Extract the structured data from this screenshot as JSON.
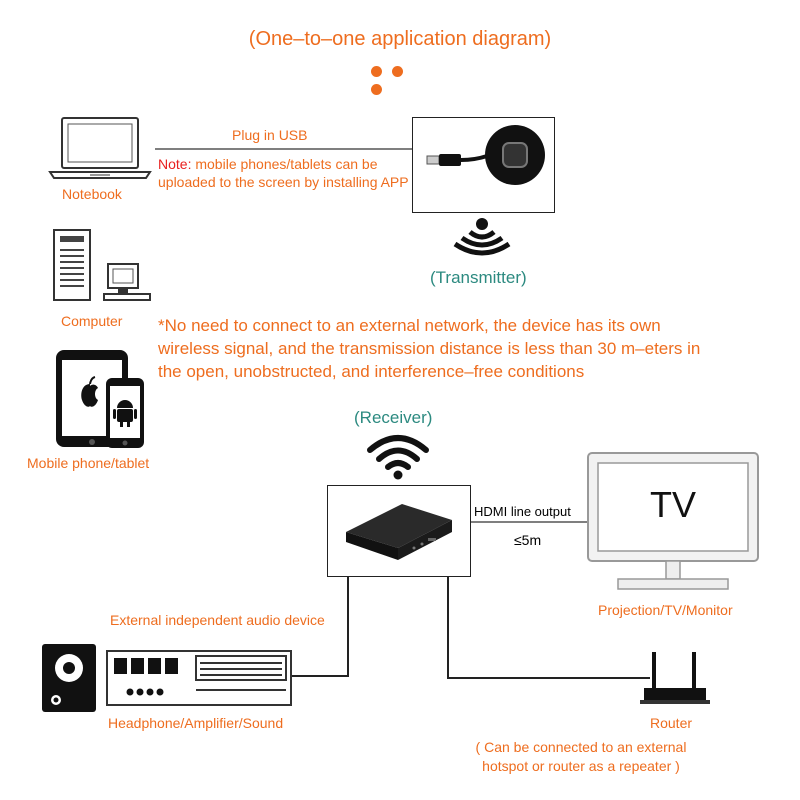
{
  "title": "(One–to–one application diagram)",
  "left_devices": {
    "notebook": "Notebook",
    "computer": "Computer",
    "mobile": "Mobile phone/tablet"
  },
  "plug_usb": "Plug in USB",
  "note": {
    "label": "Note:",
    "text": " mobile phones/tablets can be uploaded to the screen by installing APP"
  },
  "transmitter": "(Transmitter)",
  "network_note": "*No need to connect to an external network, the device has its own wireless signal, and the transmission distance is less than 30 m–eters in the open, unobstructed, and interference–free conditions",
  "receiver": "(Receiver)",
  "hdmi": {
    "label": "HDMI line output",
    "distance": "≤5m"
  },
  "tv": {
    "screen_text": "TV",
    "caption": "Projection/TV/Monitor"
  },
  "audio": {
    "label": "External independent audio device",
    "caption": "Headphone/Amplifier/Sound"
  },
  "router": {
    "caption": "Router",
    "note": "( Can be connected to an external hotspot or router as a repeater )"
  },
  "colors": {
    "accent_orange": "#ee6d1f",
    "teal": "#2c8a80",
    "note_red": "#e8201f"
  },
  "icons": [
    "laptop-icon",
    "desktop-computer-icon",
    "mobile-tablet-icon",
    "wifi-signal-icon",
    "speaker-icon",
    "amplifier-icon",
    "router-icon",
    "tv-monitor-icon"
  ]
}
